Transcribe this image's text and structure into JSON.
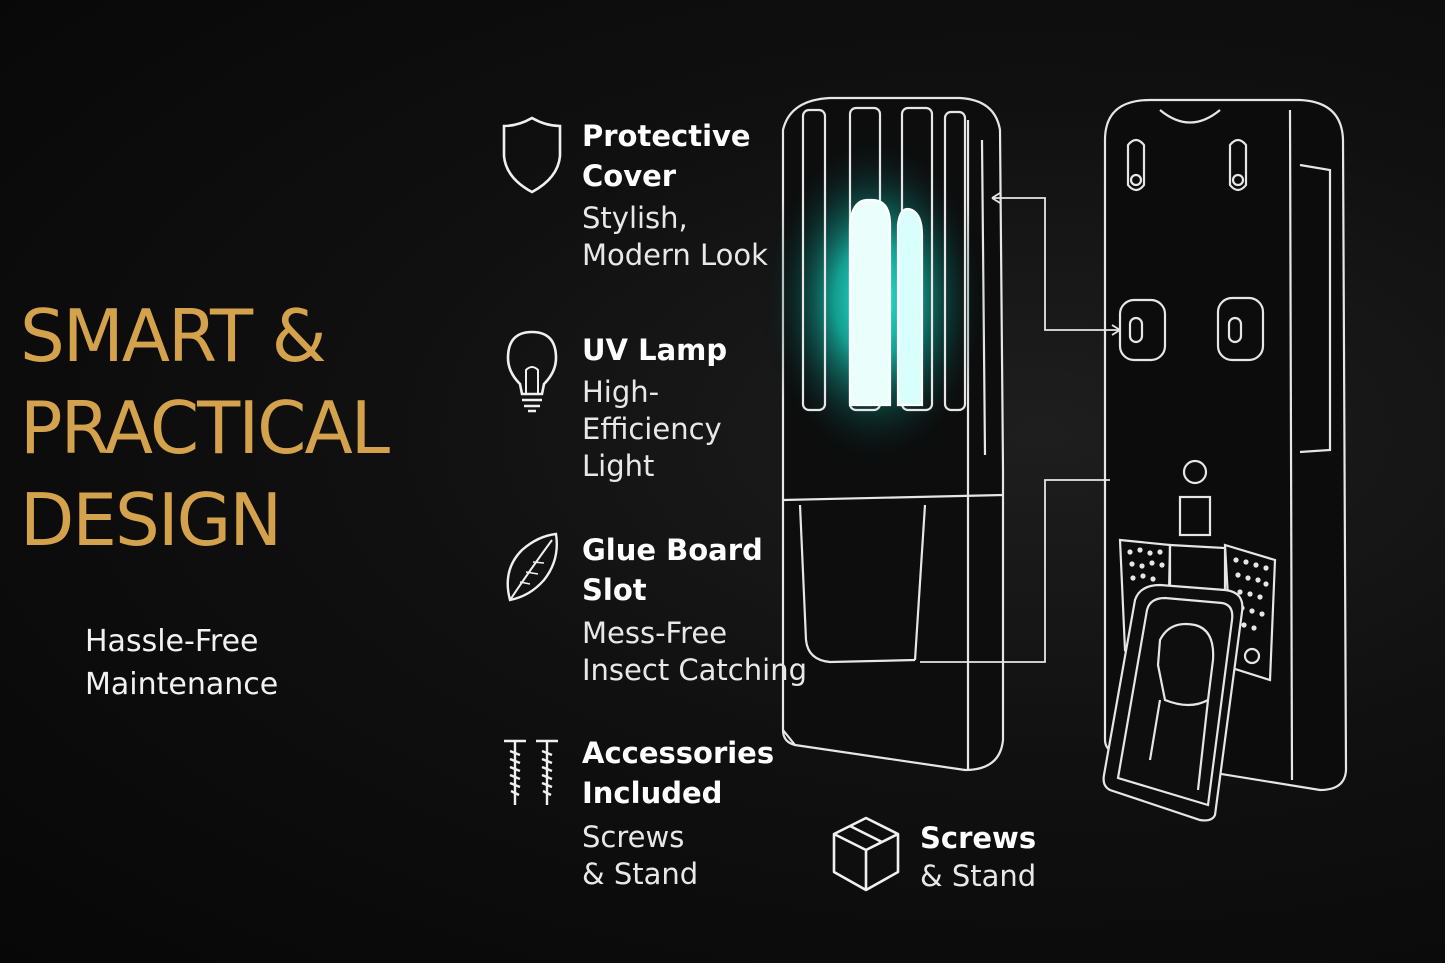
{
  "headline": {
    "line1": "SMART &",
    "line2": "PRACTICAL",
    "line3": "DESIGN"
  },
  "tagline": {
    "line1": "Hassle-Free",
    "line2": "Maintenance"
  },
  "features": [
    {
      "title": [
        "Protective",
        "Cover"
      ],
      "desc": [
        "Stylish,",
        "Modern Look"
      ],
      "icon": "shield-icon"
    },
    {
      "title": [
        "UV Lamp"
      ],
      "desc": [
        "High-",
        "Efficiency",
        "Light"
      ],
      "icon": "light-bulb-icon"
    },
    {
      "title": [
        "Glue Board",
        "Slot"
      ],
      "desc": [
        "Mess-Free",
        "Insect Catching"
      ],
      "icon": "leaf-icon"
    },
    {
      "title": [
        "Accessories",
        "Included"
      ],
      "desc": [
        "Screws",
        "& Stand"
      ],
      "icon": "screws-icon"
    }
  ],
  "box_item": {
    "title": "Screws",
    "desc": "& Stand",
    "icon": "box-icon"
  },
  "colors": {
    "background": "#0b0b0b",
    "accent_gold": "#d4a24c",
    "uv_glow": "#19d3c5",
    "line": "#e6e6e6"
  }
}
